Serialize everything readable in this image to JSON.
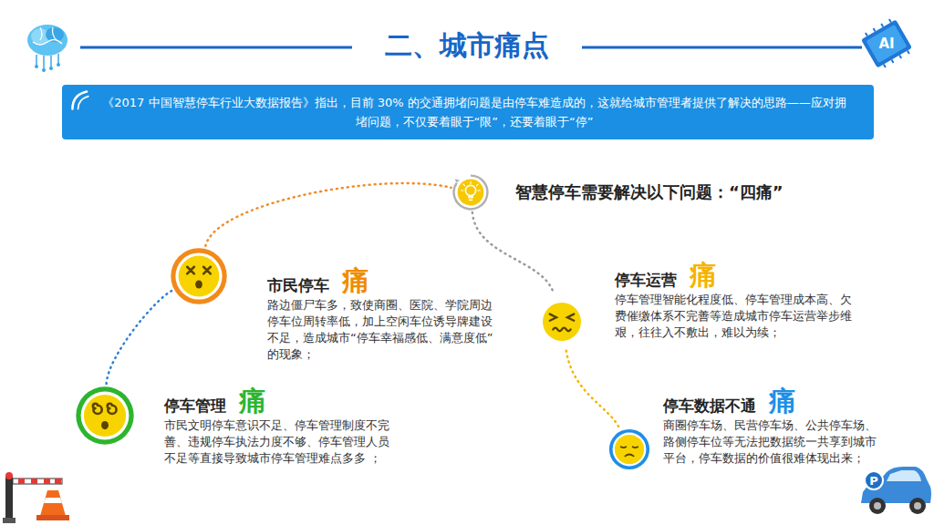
{
  "diagram": {
    "title": "二、城市痛点",
    "nodes": [
      {
        "text": [
          "《2017 中国智慧停车行业大数据报告》指出，目前 30% 的交通拥堵问题是由停车难造成的，这就给城市管理者提供了解决的思路——应对拥堵问题，不仅要着眼于“限”，还要着眼于“停”"
        ]
      },
      {
        "text": [
          "智慧停车需要解决以下问题：“四痛”"
        ]
      },
      {
        "text": [
          "市民停车",
          "痛",
          "路边僵尸车多，致使商圈、医院、学院周边停车位周转率低，加上空闲车位诱导牌建设不足，造成城市“停车幸福感低、满意度低”的现象；"
        ]
      },
      {
        "text": [
          "停车运营",
          "痛",
          "停车管理智能化程度低、停车管理成本高、欠费催缴体系不完善等造成城市停车运营举步维艰，往往入不敷出，难以为续；"
        ]
      },
      {
        "text": [
          "停车管理",
          "痛",
          "市民文明停车意识不足、停车管理制度不完善、违规停车执法力度不够、停车管理人员不足等直接导致城市停车管理难点多多 ；"
        ]
      },
      {
        "text": [
          "停车数据不通",
          "痛",
          "商圈停车场、民营停车场、公共停车场、路侧停车位等无法把数据统一共享到城市平台，停车数据的价值很难体现出来；"
        ]
      }
    ],
    "edges": [
      {
        "from": 4,
        "to": 2,
        "arrow": "none"
      },
      {
        "from": 2,
        "to": 1,
        "arrow": "none"
      },
      {
        "from": 1,
        "to": 3,
        "arrow": "none"
      },
      {
        "from": 3,
        "to": 5,
        "arrow": "none"
      }
    ],
    "labels": [
      "AI",
      "P"
    ]
  }
}
